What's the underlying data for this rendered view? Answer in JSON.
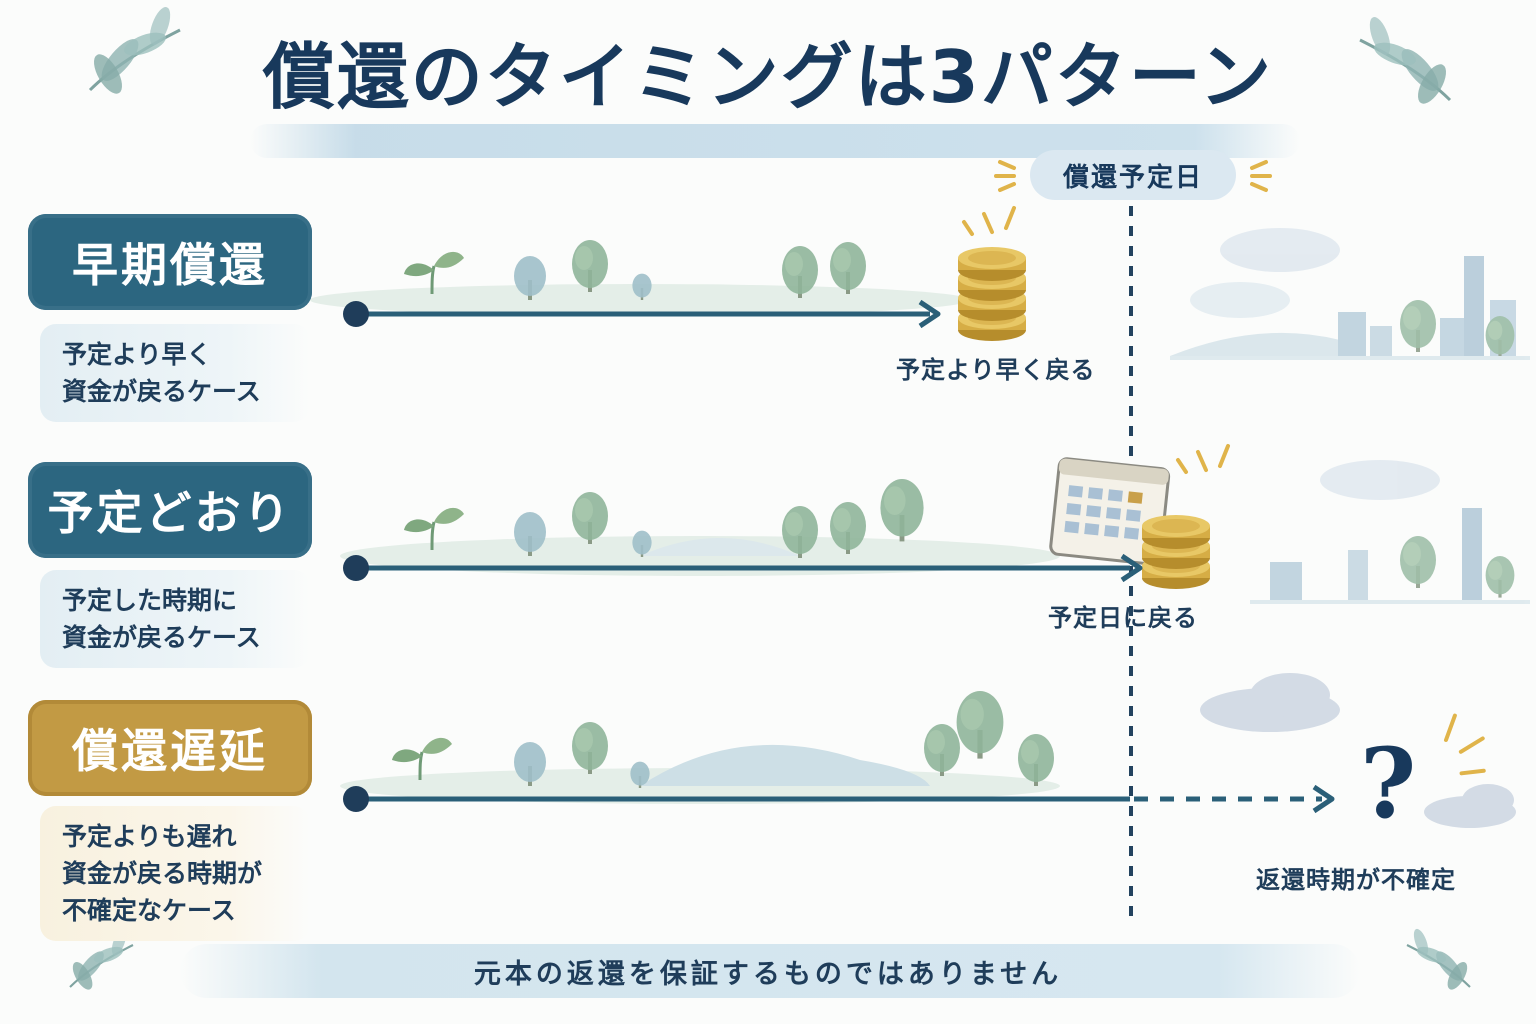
{
  "title": "償還のタイミングは3パターン",
  "due_date_label": "償還予定日",
  "footer_note": "元本の返還を保証するものではありません",
  "colors": {
    "navy": "#1f3d5a",
    "teal_badge": "#2c6680",
    "gold_badge": "#c29a44",
    "line": "#2a5f78",
    "coin": "#d9b24a"
  },
  "icons": [
    "sprout-icon",
    "tree-icon",
    "coin-stack-icon",
    "calendar-icon",
    "city-skyline-icon",
    "cloud-icon",
    "question-mark-icon",
    "leaf-sprig-icon"
  ],
  "patterns": [
    {
      "badge": "早期償還",
      "badge_color": "teal",
      "description": [
        "予定より早く",
        "資金が戻るケース"
      ],
      "outcome": "予定より早く戻る"
    },
    {
      "badge": "予定どおり",
      "badge_color": "teal",
      "description": [
        "予定した時期に",
        "資金が戻るケース"
      ],
      "outcome": "予定日に戻る"
    },
    {
      "badge": "償還遅延",
      "badge_color": "gold",
      "description": [
        "予定よりも遅れ",
        "資金が戻る時期が",
        "不確定なケース"
      ],
      "outcome": "返還時期が不確定",
      "outcome_symbol": "?"
    }
  ]
}
